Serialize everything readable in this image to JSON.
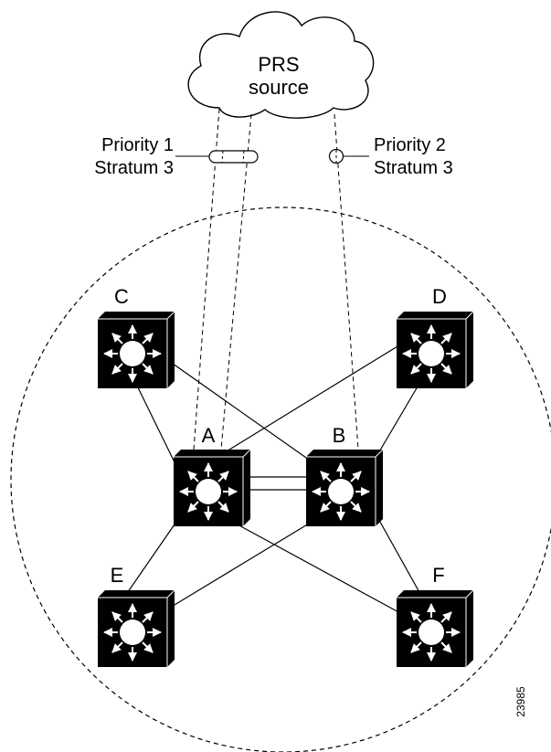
{
  "cloud": {
    "line1": "PRS",
    "line2": "source"
  },
  "priority_labels": [
    {
      "priority": "Priority 1",
      "stratum": "Stratum 3"
    },
    {
      "priority": "Priority 2",
      "stratum": "Stratum 3"
    }
  ],
  "nodes": [
    "C",
    "D",
    "A",
    "B",
    "E",
    "F"
  ],
  "figure_id": "23985",
  "icon_name": "switch-icon",
  "colors": {
    "line": "#000000",
    "switch_body": "#000000",
    "background": "#ffffff"
  }
}
